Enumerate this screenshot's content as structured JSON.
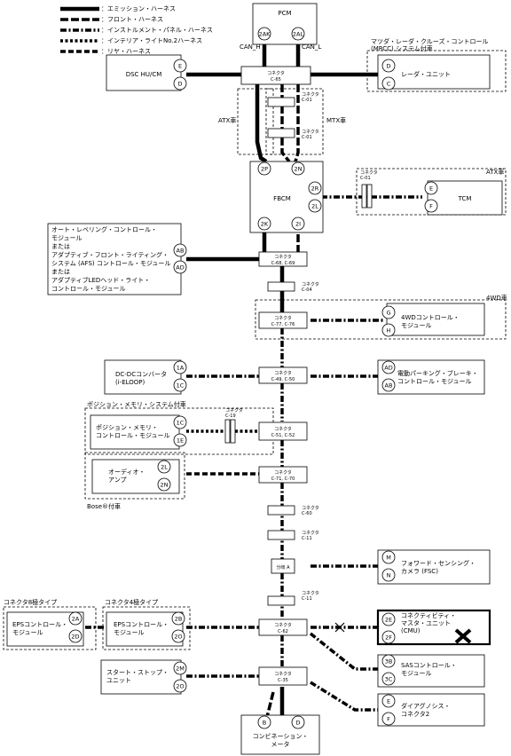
{
  "legend": [
    {
      "label": "：エミッション・ハーネス",
      "style": "emission"
    },
    {
      "label": "：フロント・ハーネス",
      "style": "front"
    },
    {
      "label": "：インストルメント・パネル・ハーネス",
      "style": "instrument"
    },
    {
      "label": "：インテリア・ライトNo.2ハーネス",
      "style": "interior"
    },
    {
      "label": "：リヤ・ハーネス",
      "style": "rear"
    }
  ],
  "can": {
    "h": "CAN_H",
    "l": "CAN_L"
  },
  "conn_word": "コネクタ",
  "conn_ids": {
    "c65": "C-65",
    "c01": "C-01",
    "c68": "C-68, C-69",
    "c04": "C-04",
    "c77": "C-77, C-76",
    "c49": "C-49, C-50",
    "c19": "C-19",
    "c51": "C-51, C-52",
    "c71": "C-71, C-70",
    "c60": "C-60",
    "c11": "C-11",
    "c62": "C-62",
    "c35": "C-35"
  },
  "branch_a": "分岐 A",
  "labels": {
    "atx": "ATX車",
    "mtx": "MTX車",
    "wd4": "4WD車",
    "bose": "Bose®付車",
    "posmem": "ポジション・メモリ・システム付車",
    "mrcc1": "マツダ・レーダ・クルーズ・コントロール",
    "mrcc2": "(MRCC) システム付車",
    "conn8": "コネクタ8極タイプ",
    "conn4": "コネクタ4極タイプ"
  },
  "modules": {
    "pcm": "PCM",
    "dsc": "DSC HU/CM",
    "radar": "レーダ・ユニット",
    "fbcm": "FBCM",
    "tcm": "TCM",
    "adaptive": [
      "オート・レベリング・コントロール・",
      "モジュール",
      "または",
      "アダプティブ・フロント・ライティング・",
      "システム (AFS) コントロール・モジュール",
      "または",
      "アダプティブLEDヘッド・ライト・",
      "コントロール・モジュール"
    ],
    "awd": [
      "4WDコントロール・",
      "モジュール"
    ],
    "dcdc": [
      "DC-DCコンバータ",
      "(i-ELOOP)"
    ],
    "epb": [
      "電動パーキング・ブレーキ・",
      "コントロール・モジュール"
    ],
    "posmod": [
      "ポジション・メモリ・",
      "コントロール・モジュール"
    ],
    "audio": [
      "オーディオ・",
      "アンプ"
    ],
    "fsc": [
      "フォワード・センシング・",
      "カメラ (FSC)"
    ],
    "eps8": [
      "EPSコントロール・",
      "モジュール"
    ],
    "eps4": [
      "EPSコントロール・",
      "モジュール"
    ],
    "cmu": [
      "コネクティビティ・",
      "マスタ・ユニット",
      "(CMU)"
    ],
    "sas": [
      "SASコントロール・",
      "モジュール"
    ],
    "startstop": [
      "スタート・ストップ・",
      "ユニット"
    ],
    "diag": [
      "ダイアグノシス・",
      "コネクタ2"
    ],
    "combo": [
      "コンビネーション・",
      "メータ"
    ]
  },
  "pins": {
    "pcm": [
      "2AK",
      "2AL"
    ],
    "dsc": [
      "E",
      "D"
    ],
    "radar": [
      "D",
      "C"
    ],
    "fbcm_top": [
      "2P",
      "2N"
    ],
    "fbcm_right": [
      "2R",
      "2L"
    ],
    "fbcm_bottom": [
      "2K",
      "2I"
    ],
    "tcm": [
      "E",
      "F"
    ],
    "adaptive": [
      "AB",
      "AD"
    ],
    "awd": [
      "G",
      "H"
    ],
    "dcdc": [
      "1A",
      "1C"
    ],
    "epb": [
      "AD",
      "AB"
    ],
    "posmod": [
      "1C",
      "1E"
    ],
    "audio": [
      "2L",
      "2N"
    ],
    "fsc": [
      "M",
      "N"
    ],
    "eps8": [
      "2A",
      "2D"
    ],
    "eps4": [
      "2B",
      "2O"
    ],
    "cmu": [
      "2E",
      "2F"
    ],
    "sas": [
      "3B",
      "3C"
    ],
    "startstop": [
      "2M",
      "2O"
    ],
    "diag": [
      "E",
      "F"
    ],
    "combo": [
      "B",
      "D"
    ]
  }
}
